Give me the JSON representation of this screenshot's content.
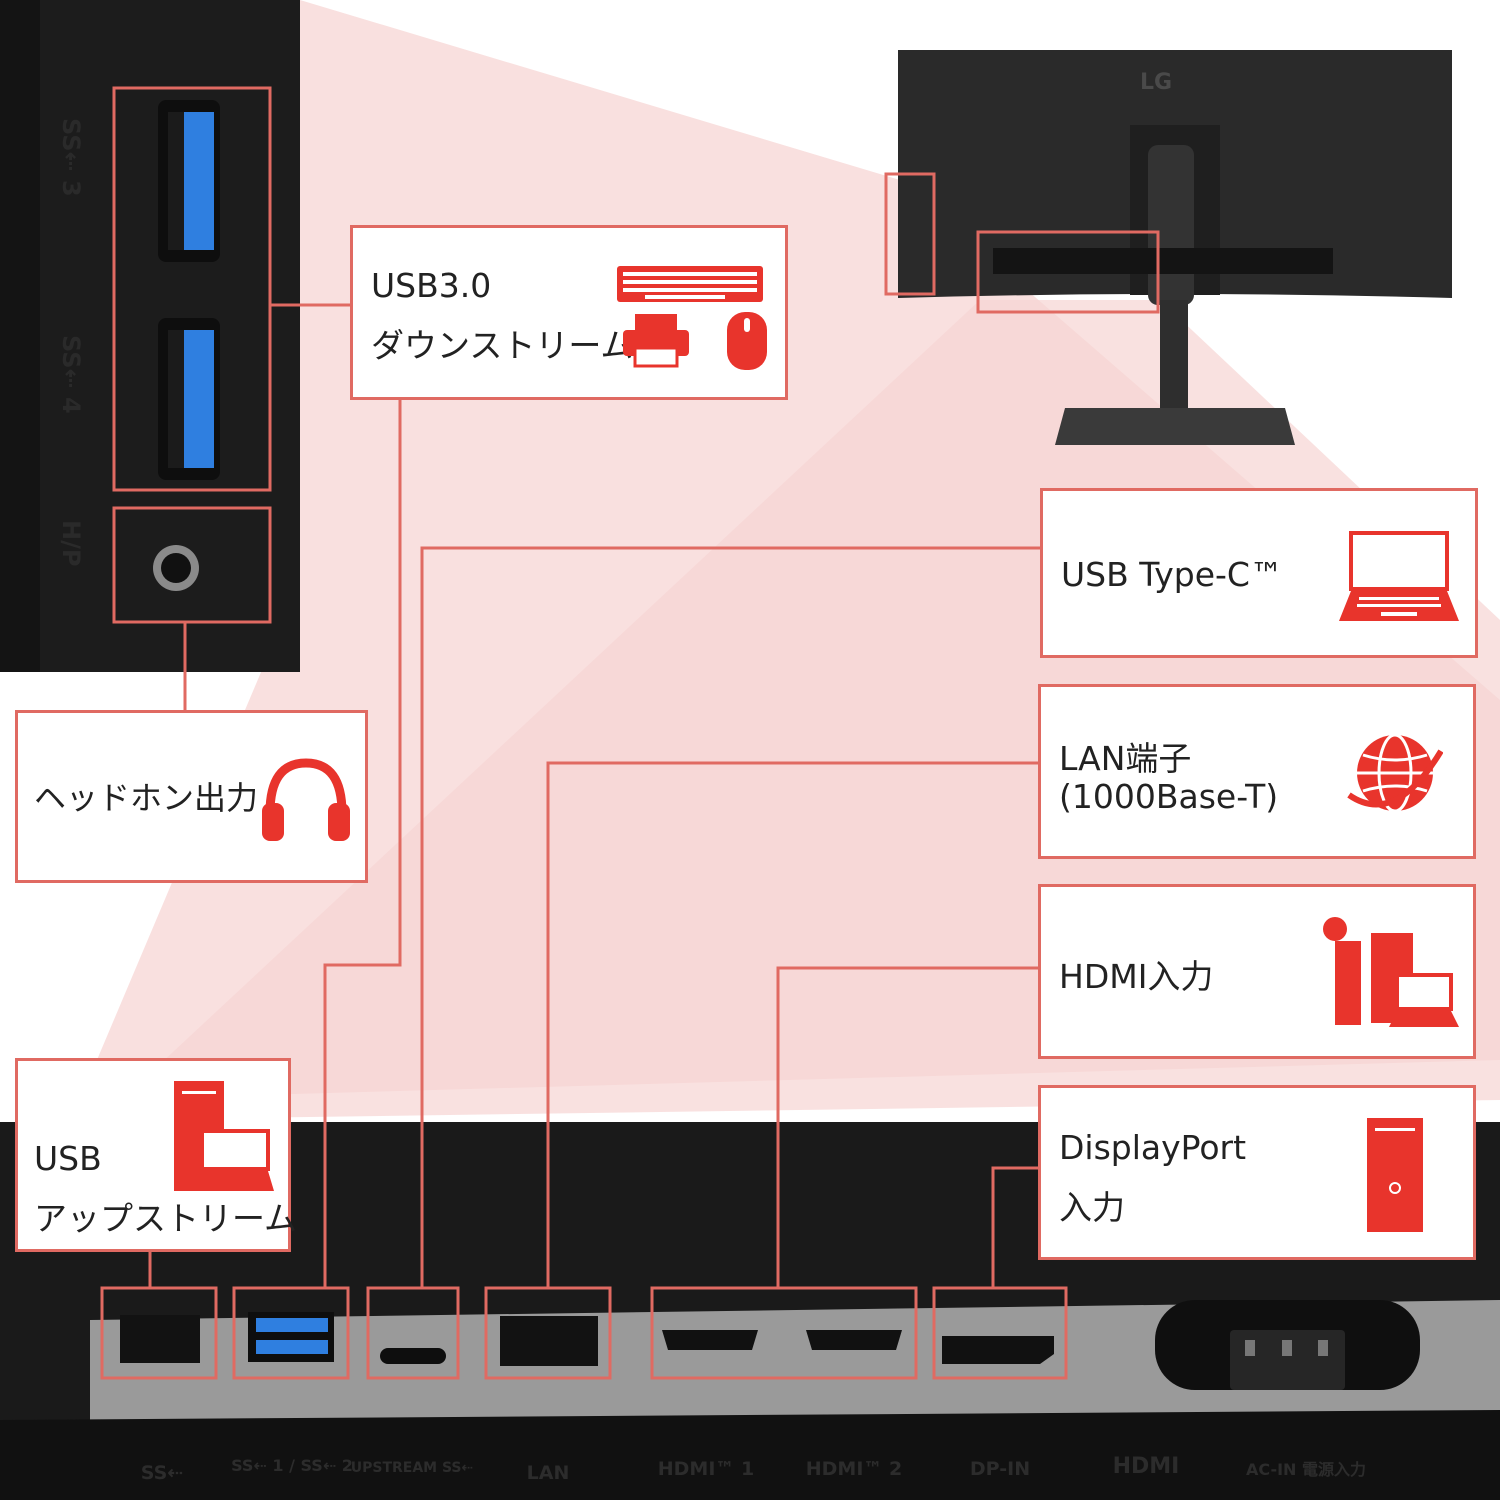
{
  "brand": "LG",
  "colors": {
    "accent": "#e06a62",
    "icon_red": "#e8342c",
    "panel_dark": "#1c1c1c",
    "port_blue": "#2f7fe0",
    "beam_pink": "#f9d9d9"
  },
  "callouts": {
    "usb30_downstream": {
      "line1": "USB3.0",
      "line2": "ダウンストリーム",
      "icons": [
        "keyboard-icon",
        "printer-icon",
        "mouse-icon"
      ]
    },
    "headphone_out": {
      "label": "ヘッドホン出力",
      "icon": "headphones-icon"
    },
    "usb_type_c": {
      "label": "USB Type-C™",
      "icon": "laptop-icon"
    },
    "lan": {
      "line1": "LAN端子",
      "line2": "(1000Base-T)",
      "icon": "globe-icon"
    },
    "hdmi_in": {
      "label": "HDMI入力",
      "icon": "desktop-laptop-icon"
    },
    "usb_upstream": {
      "line1": "USB",
      "line2": "アップストリーム",
      "icon": "desktop-laptop-icon"
    },
    "displayport_in": {
      "line1": "DisplayPort",
      "line2": "入力",
      "icon": "desktop-tower-icon"
    }
  },
  "side_port_labels": [
    "SS⇠ 3",
    "SS⇠ 4",
    "H/P"
  ],
  "bottom_port_labels": [
    "SS⇠",
    "SS⇠ 1 / SS⇠ 2",
    "UPSTREAM SS⇠",
    "LAN",
    "HDMI™ 1",
    "HDMI™ 2",
    "DP-IN",
    "HDMI",
    "AC-IN 電源入力"
  ]
}
